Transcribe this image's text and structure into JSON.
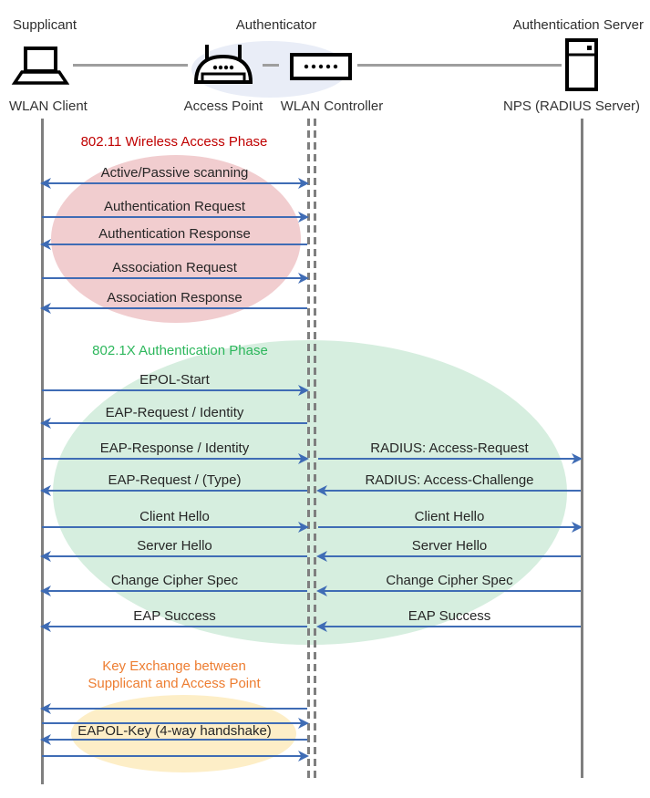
{
  "diagram": {
    "roles": {
      "supplicant": "Supplicant",
      "authenticator": "Authenticator",
      "auth_server": "Authentication Server"
    },
    "nodes": {
      "wlan_client": "WLAN Client",
      "access_point": "Access Point",
      "wlan_controller": "WLAN Controller",
      "nps": "NPS (RADIUS Server)"
    },
    "icons": [
      "laptop-icon",
      "access-point-icon",
      "wlan-controller-icon",
      "server-icon"
    ],
    "colors": {
      "arrow": "#3F6CB5",
      "lifeline": "#7F7F7F",
      "wireless_phase_text": "#C00000",
      "wireless_phase_ellipse": "#F1CDCF",
      "dot1x_phase_text": "#2DB75C",
      "dot1x_phase_ellipse": "#D6EEDF",
      "key_exchange_text": "#ED7D31",
      "key_exchange_ellipse": "#FDEEC7",
      "authenticator_ellipse": "#E9EDF7"
    },
    "phases": {
      "wireless": {
        "title": "802.11 Wireless Access Phase",
        "messages": [
          {
            "label": "Active/Passive scanning",
            "direction": "both"
          },
          {
            "label": "Authentication Request",
            "direction": "right"
          },
          {
            "label": "Authentication Response",
            "direction": "left"
          },
          {
            "label": "Association Request",
            "direction": "right"
          },
          {
            "label": "Association Response",
            "direction": "left"
          }
        ]
      },
      "dot1x": {
        "title": "802.1X Authentication Phase",
        "client_messages": [
          {
            "label": "EPOL-Start",
            "direction": "right"
          },
          {
            "label": "EAP-Request / Identity",
            "direction": "left"
          },
          {
            "label": "EAP-Response / Identity",
            "direction": "right"
          },
          {
            "label": "EAP-Request / (Type)",
            "direction": "left"
          },
          {
            "label": "Client Hello",
            "direction": "right"
          },
          {
            "label": "Server Hello",
            "direction": "left"
          },
          {
            "label": "Change Cipher Spec",
            "direction": "left"
          },
          {
            "label": "EAP Success",
            "direction": "left"
          }
        ],
        "server_messages": [
          {
            "label": "RADIUS: Access-Request",
            "direction": "right"
          },
          {
            "label": "RADIUS: Access-Challenge",
            "direction": "left"
          },
          {
            "label": "Client Hello",
            "direction": "right"
          },
          {
            "label": "Server Hello",
            "direction": "left"
          },
          {
            "label": "Change Cipher Spec",
            "direction": "left"
          },
          {
            "label": "EAP Success",
            "direction": "left"
          }
        ]
      },
      "key_exchange": {
        "title_line1": "Key Exchange between",
        "title_line2": "Supplicant and Access Point",
        "label": "EAPOL-Key (4-way handshake)",
        "arrows": [
          "left",
          "right",
          "left",
          "right"
        ]
      }
    }
  }
}
